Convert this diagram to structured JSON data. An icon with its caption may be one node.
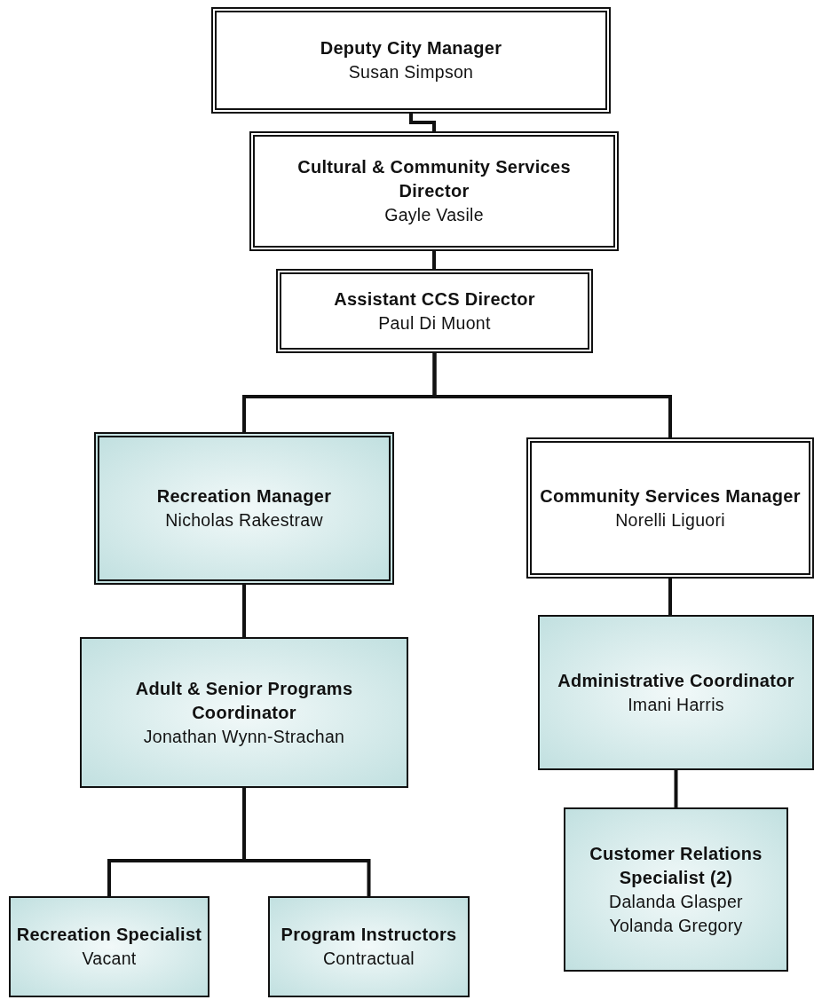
{
  "diagram": {
    "nodes": [
      {
        "text": [
          "Deputy City Manager",
          "Susan Simpson"
        ]
      },
      {
        "text": [
          "Cultural & Community Services Director",
          "Gayle Vasile"
        ]
      },
      {
        "text": [
          "Assistant CCS Director",
          "Paul Di Muont"
        ]
      },
      {
        "text": [
          "Recreation Manager",
          "Nicholas Rakestraw"
        ]
      },
      {
        "text": [
          "Community Services Manager",
          "Norelli Liguori"
        ]
      },
      {
        "text": [
          "Adult & Senior Programs Coordinator",
          "Jonathan Wynn-Strachan"
        ]
      },
      {
        "text": [
          "Administrative Coordinator",
          "Imani Harris"
        ]
      },
      {
        "text": [
          "Recreation Specialist",
          "Vacant"
        ]
      },
      {
        "text": [
          "Program Instructors",
          "Contractual"
        ]
      },
      {
        "text": [
          "Customer Relations Specialist (2)",
          "Dalanda Glasper",
          "Yolanda Gregory"
        ]
      }
    ],
    "edges": [
      {
        "from": 0,
        "to": 1,
        "arrow": "none"
      },
      {
        "from": 1,
        "to": 2,
        "arrow": "none"
      },
      {
        "from": 2,
        "to": 3,
        "arrow": "none"
      },
      {
        "from": 2,
        "to": 4,
        "arrow": "none"
      },
      {
        "from": 3,
        "to": 5,
        "arrow": "none"
      },
      {
        "from": 5,
        "to": 7,
        "arrow": "none"
      },
      {
        "from": 5,
        "to": 8,
        "arrow": "none"
      },
      {
        "from": 4,
        "to": 6,
        "arrow": "none"
      },
      {
        "from": 6,
        "to": 9,
        "arrow": "none"
      }
    ]
  }
}
